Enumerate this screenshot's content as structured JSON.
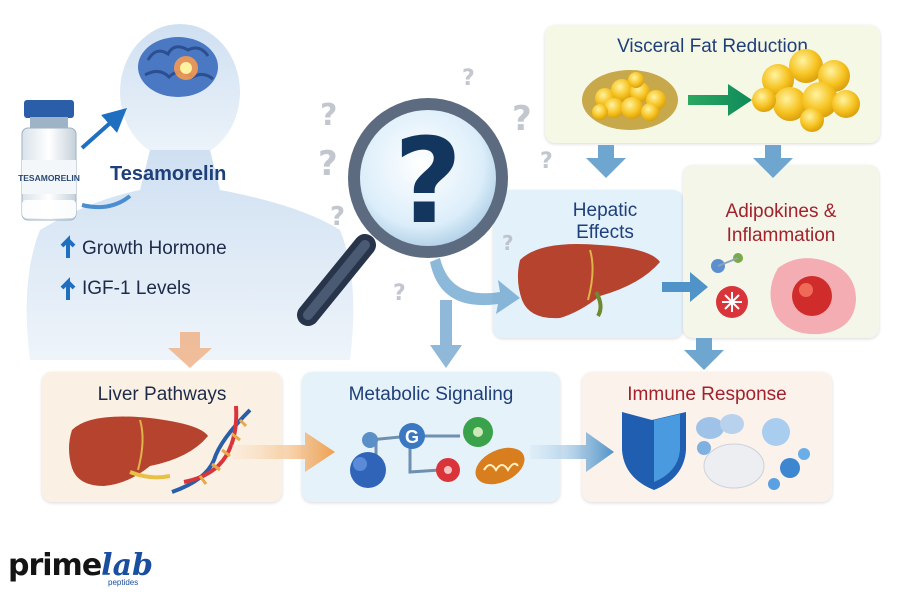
{
  "drug": {
    "vial_label": "TESAMORELIN",
    "name": "Tesamorelin"
  },
  "effects": [
    {
      "label": "Growth Hormone",
      "direction": "up"
    },
    {
      "label": "IGF-1 Levels",
      "direction": "up"
    }
  ],
  "panels": {
    "visceral_fat": "Visceral Fat Reduction",
    "hepatic": "Hepatic\nEffects",
    "adipokines": "Adipokines &\nInflammation",
    "liver_pathways": "Liver Pathways",
    "metabolic_signaling": "Metabolic Signaling",
    "immune_response": "Immune Response"
  },
  "icons": {
    "central": "magnifying-glass-question-icon",
    "question": "question-mark-icon",
    "gear_letter": "G"
  },
  "brand": {
    "name_main": "prime",
    "name_accent": "lab",
    "tagline": "peptides"
  },
  "colors": {
    "title_blue": "#1e3f7a",
    "title_red": "#a2222c",
    "arrow_blue": "#1f6fc0",
    "liver": "#b5432e",
    "fat_yellow": "#f6c21f"
  }
}
